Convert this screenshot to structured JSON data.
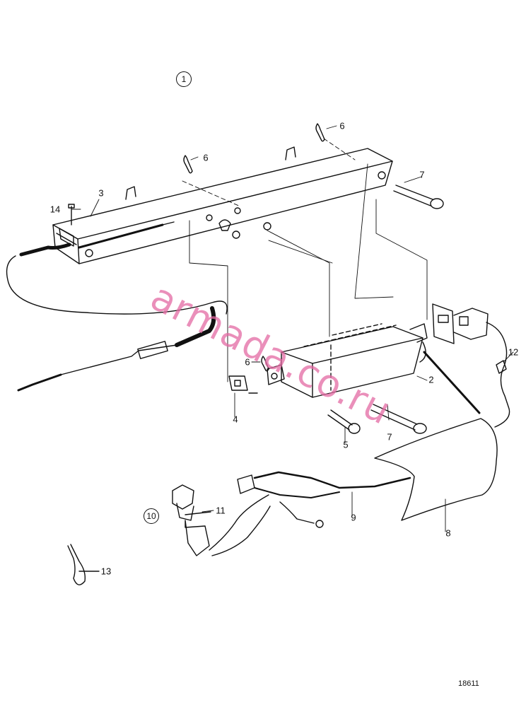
{
  "diagram": {
    "group_markers": [
      "1",
      "10"
    ],
    "callouts": [
      "2",
      "3",
      "4",
      "5",
      "6",
      "6",
      "6",
      "7",
      "7",
      "8",
      "9",
      "11",
      "12",
      "13",
      "14"
    ],
    "watermark": "armada.co.ru",
    "figure_number": "18611"
  }
}
